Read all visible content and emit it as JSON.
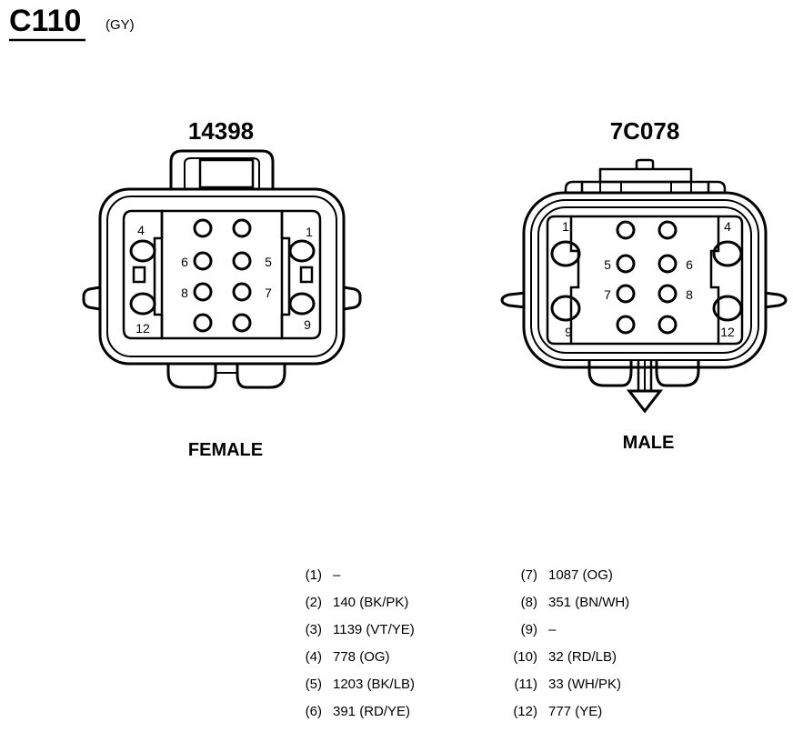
{
  "connector": {
    "id": "C110",
    "color_code": "(GY)"
  },
  "female": {
    "part_number": "14398",
    "label": "FEMALE",
    "pin_labels": [
      "1",
      "4",
      "5",
      "6",
      "7",
      "8",
      "9",
      "12"
    ]
  },
  "male": {
    "part_number": "7C078",
    "label": "MALE",
    "pin_labels": [
      "1",
      "4",
      "5",
      "6",
      "7",
      "8",
      "9",
      "12"
    ]
  },
  "pinout": [
    {
      "pin": "(1)",
      "circuit": "–"
    },
    {
      "pin": "(2)",
      "circuit": "140 (BK/PK)"
    },
    {
      "pin": "(3)",
      "circuit": "1139 (VT/YE)"
    },
    {
      "pin": "(4)",
      "circuit": "778 (OG)"
    },
    {
      "pin": "(5)",
      "circuit": "1203 (BK/LB)"
    },
    {
      "pin": "(6)",
      "circuit": "391 (RD/YE)"
    },
    {
      "pin": "(7)",
      "circuit": "1087 (OG)"
    },
    {
      "pin": "(8)",
      "circuit": "351 (BN/WH)"
    },
    {
      "pin": "(9)",
      "circuit": "–"
    },
    {
      "pin": "(10)",
      "circuit": "32 (RD/LB)"
    },
    {
      "pin": "(11)",
      "circuit": "33 (WH/PK)"
    },
    {
      "pin": "(12)",
      "circuit": "777 (YE)"
    }
  ]
}
